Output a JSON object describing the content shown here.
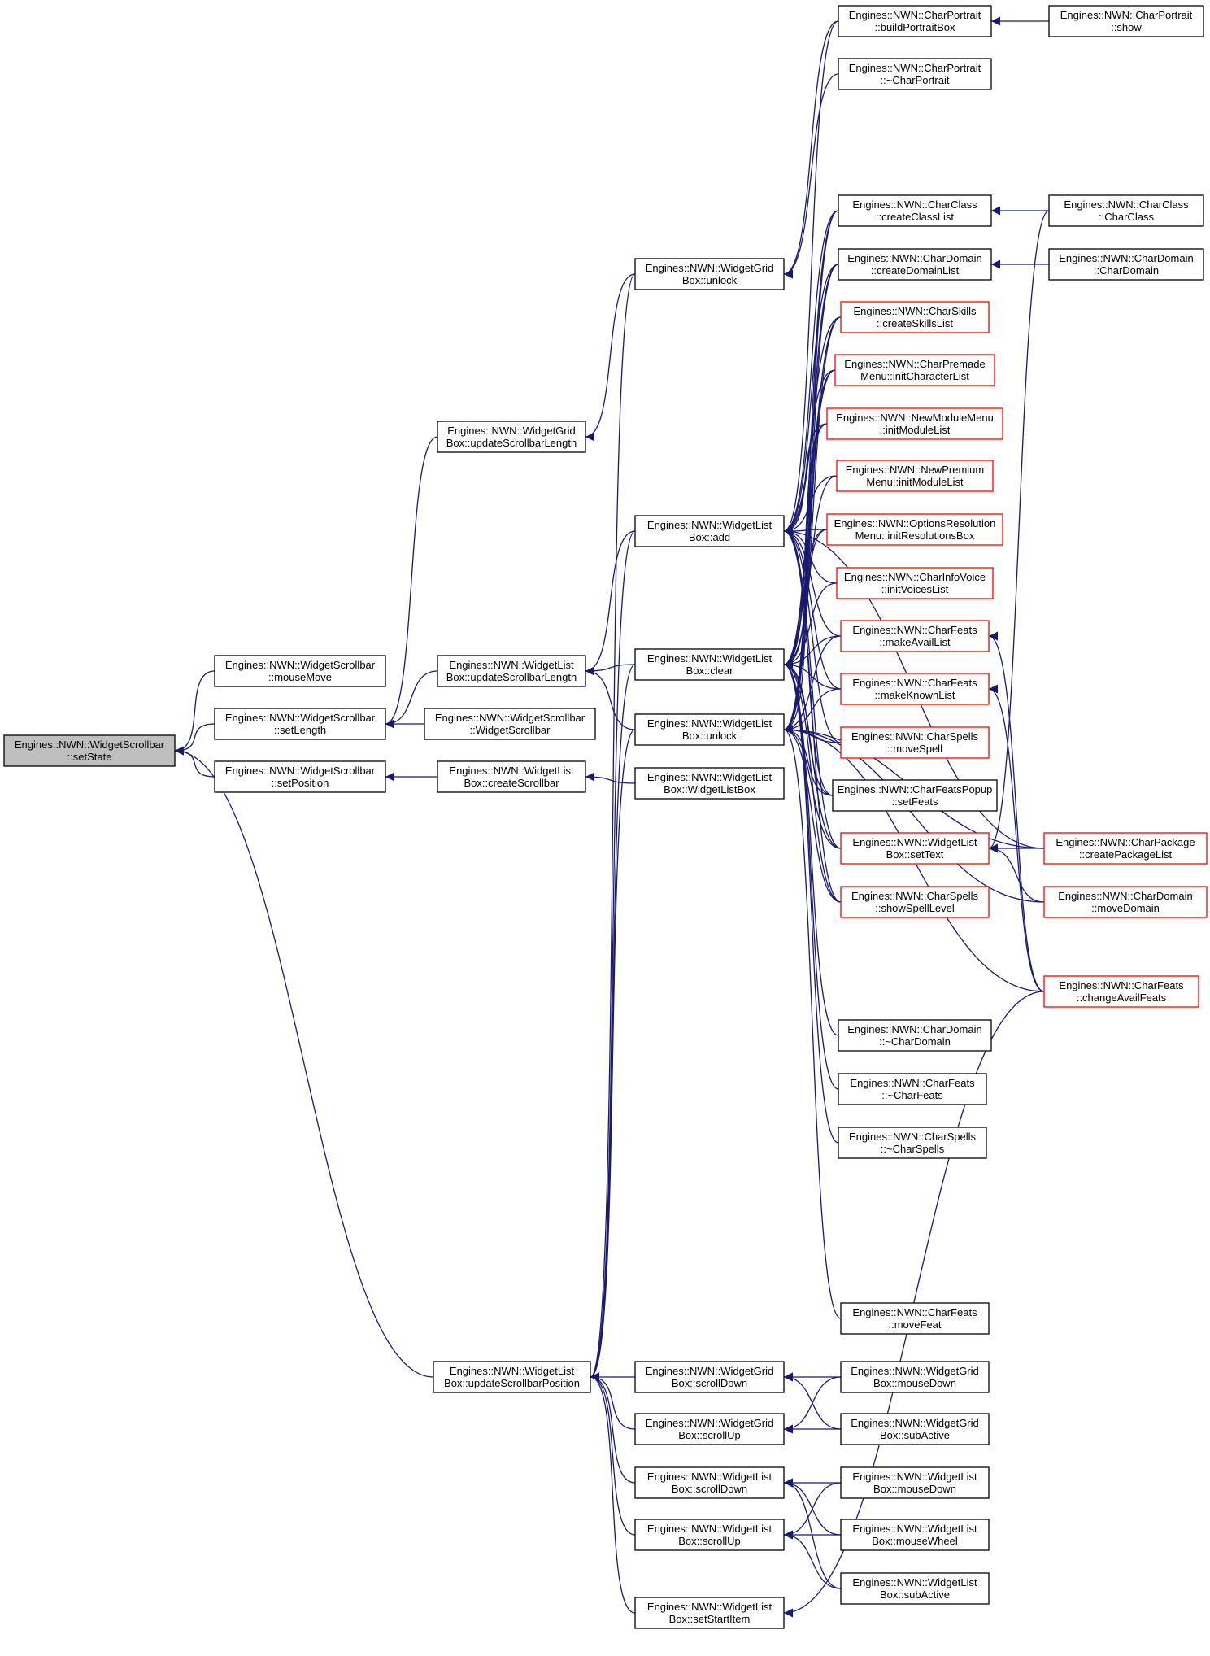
{
  "diagram": {
    "type": "call-graph",
    "nodes": [
      {
        "id": "setState",
        "lines": [
          "Engines::NWN::WidgetScrollbar",
          "::setState"
        ],
        "style": "gray"
      },
      {
        "id": "sb_mouseMove",
        "lines": [
          "Engines::NWN::WidgetScrollbar",
          "::mouseMove"
        ],
        "style": "black"
      },
      {
        "id": "sb_setLength",
        "lines": [
          "Engines::NWN::WidgetScrollbar",
          "::setLength"
        ],
        "style": "black"
      },
      {
        "id": "sb_setPosition",
        "lines": [
          "Engines::NWN::WidgetScrollbar",
          "::setPosition"
        ],
        "style": "black"
      },
      {
        "id": "lb_updateScrollbarPosition",
        "lines": [
          "Engines::NWN::WidgetList",
          "Box::updateScrollbarPosition"
        ],
        "style": "black"
      },
      {
        "id": "gb_updateScrollbarLength",
        "lines": [
          "Engines::NWN::WidgetGrid",
          "Box::updateScrollbarLength"
        ],
        "style": "black"
      },
      {
        "id": "lb_updateScrollbarLength",
        "lines": [
          "Engines::NWN::WidgetList",
          "Box::updateScrollbarLength"
        ],
        "style": "black"
      },
      {
        "id": "sb_ctor",
        "lines": [
          "Engines::NWN::WidgetScrollbar",
          "::WidgetScrollbar"
        ],
        "style": "black"
      },
      {
        "id": "lb_createScrollbar",
        "lines": [
          "Engines::NWN::WidgetList",
          "Box::createScrollbar"
        ],
        "style": "black"
      },
      {
        "id": "gb_unlock",
        "lines": [
          "Engines::NWN::WidgetGrid",
          "Box::unlock"
        ],
        "style": "black"
      },
      {
        "id": "lb_add",
        "lines": [
          "Engines::NWN::WidgetList",
          "Box::add"
        ],
        "style": "black"
      },
      {
        "id": "lb_clear",
        "lines": [
          "Engines::NWN::WidgetList",
          "Box::clear"
        ],
        "style": "black"
      },
      {
        "id": "lb_unlock",
        "lines": [
          "Engines::NWN::WidgetList",
          "Box::unlock"
        ],
        "style": "black"
      },
      {
        "id": "lb_ctor",
        "lines": [
          "Engines::NWN::WidgetList",
          "Box::WidgetListBox"
        ],
        "style": "black"
      },
      {
        "id": "gb_scrollDown",
        "lines": [
          "Engines::NWN::WidgetGrid",
          "Box::scrollDown"
        ],
        "style": "black"
      },
      {
        "id": "gb_scrollUp",
        "lines": [
          "Engines::NWN::WidgetGrid",
          "Box::scrollUp"
        ],
        "style": "black"
      },
      {
        "id": "lb_scrollDown",
        "lines": [
          "Engines::NWN::WidgetList",
          "Box::scrollDown"
        ],
        "style": "black"
      },
      {
        "id": "lb_scrollUp",
        "lines": [
          "Engines::NWN::WidgetList",
          "Box::scrollUp"
        ],
        "style": "black"
      },
      {
        "id": "lb_setStartItem",
        "lines": [
          "Engines::NWN::WidgetList",
          "Box::setStartItem"
        ],
        "style": "black"
      },
      {
        "id": "cp_buildPortraitBox",
        "lines": [
          "Engines::NWN::CharPortrait",
          "::buildPortraitBox"
        ],
        "style": "black"
      },
      {
        "id": "cp_dtor",
        "lines": [
          "Engines::NWN::CharPortrait",
          "::~CharPortrait"
        ],
        "style": "black"
      },
      {
        "id": "cc_createClassList",
        "lines": [
          "Engines::NWN::CharClass",
          "::createClassList"
        ],
        "style": "black"
      },
      {
        "id": "cd_createDomainList",
        "lines": [
          "Engines::NWN::CharDomain",
          "::createDomainList"
        ],
        "style": "black"
      },
      {
        "id": "cs_createSkillsList",
        "lines": [
          "Engines::NWN::CharSkills",
          "::createSkillsList"
        ],
        "style": "red"
      },
      {
        "id": "cpm_initCharacterList",
        "lines": [
          "Engines::NWN::CharPremade",
          "Menu::initCharacterList"
        ],
        "style": "red"
      },
      {
        "id": "nmm_initModuleList",
        "lines": [
          "Engines::NWN::NewModuleMenu",
          "::initModuleList"
        ],
        "style": "red"
      },
      {
        "id": "npm_initModuleList",
        "lines": [
          "Engines::NWN::NewPremium",
          "Menu::initModuleList"
        ],
        "style": "red"
      },
      {
        "id": "orm_initResolutionsBox",
        "lines": [
          "Engines::NWN::OptionsResolution",
          "Menu::initResolutionsBox"
        ],
        "style": "red"
      },
      {
        "id": "civ_initVoicesList",
        "lines": [
          "Engines::NWN::CharInfoVoice",
          "::initVoicesList"
        ],
        "style": "red"
      },
      {
        "id": "cf_makeAvailList",
        "lines": [
          "Engines::NWN::CharFeats",
          "::makeAvailList"
        ],
        "style": "red"
      },
      {
        "id": "cf_makeKnownList",
        "lines": [
          "Engines::NWN::CharFeats",
          "::makeKnownList"
        ],
        "style": "red"
      },
      {
        "id": "csp_moveSpell",
        "lines": [
          "Engines::NWN::CharSpells",
          "::moveSpell"
        ],
        "style": "red"
      },
      {
        "id": "cfp_setFeats",
        "lines": [
          "Engines::NWN::CharFeatsPopup",
          "::setFeats"
        ],
        "style": "black"
      },
      {
        "id": "lb_setText",
        "lines": [
          "Engines::NWN::WidgetList",
          "Box::setText"
        ],
        "style": "red"
      },
      {
        "id": "csp_showSpellLevel",
        "lines": [
          "Engines::NWN::CharSpells",
          "::showSpellLevel"
        ],
        "style": "red"
      },
      {
        "id": "cd_dtor",
        "lines": [
          "Engines::NWN::CharDomain",
          "::~CharDomain"
        ],
        "style": "black"
      },
      {
        "id": "cf_dtor",
        "lines": [
          "Engines::NWN::CharFeats",
          "::~CharFeats"
        ],
        "style": "black"
      },
      {
        "id": "csp_dtor",
        "lines": [
          "Engines::NWN::CharSpells",
          "::~CharSpells"
        ],
        "style": "black"
      },
      {
        "id": "cf_moveFeat",
        "lines": [
          "Engines::NWN::CharFeats",
          "::moveFeat"
        ],
        "style": "black"
      },
      {
        "id": "gb_mouseDown",
        "lines": [
          "Engines::NWN::WidgetGrid",
          "Box::mouseDown"
        ],
        "style": "black"
      },
      {
        "id": "gb_subActive",
        "lines": [
          "Engines::NWN::WidgetGrid",
          "Box::subActive"
        ],
        "style": "black"
      },
      {
        "id": "lb_mouseDown",
        "lines": [
          "Engines::NWN::WidgetList",
          "Box::mouseDown"
        ],
        "style": "black"
      },
      {
        "id": "lb_mouseWheel",
        "lines": [
          "Engines::NWN::WidgetList",
          "Box::mouseWheel"
        ],
        "style": "black"
      },
      {
        "id": "lb_subActive",
        "lines": [
          "Engines::NWN::WidgetList",
          "Box::subActive"
        ],
        "style": "black"
      },
      {
        "id": "cp_show",
        "lines": [
          "Engines::NWN::CharPortrait",
          "::show"
        ],
        "style": "black"
      },
      {
        "id": "cc_ctor",
        "lines": [
          "Engines::NWN::CharClass",
          "::CharClass"
        ],
        "style": "black"
      },
      {
        "id": "cd_ctor",
        "lines": [
          "Engines::NWN::CharDomain",
          "::CharDomain"
        ],
        "style": "black"
      },
      {
        "id": "cpk_createPackageList",
        "lines": [
          "Engines::NWN::CharPackage",
          "::createPackageList"
        ],
        "style": "red"
      },
      {
        "id": "cd_moveDomain",
        "lines": [
          "Engines::NWN::CharDomain",
          "::moveDomain"
        ],
        "style": "red"
      },
      {
        "id": "cf_changeAvailFeats",
        "lines": [
          "Engines::NWN::CharFeats",
          "::changeAvailFeats"
        ],
        "style": "red"
      }
    ],
    "edges": [
      [
        "sb_mouseMove",
        "setState"
      ],
      [
        "sb_setLength",
        "setState"
      ],
      [
        "sb_setPosition",
        "setState"
      ],
      [
        "lb_updateScrollbarPosition",
        "setState"
      ],
      [
        "gb_updateScrollbarLength",
        "sb_setLength"
      ],
      [
        "lb_updateScrollbarLength",
        "sb_setLength"
      ],
      [
        "sb_ctor",
        "sb_setLength"
      ],
      [
        "lb_createScrollbar",
        "sb_setPosition"
      ],
      [
        "gb_unlock",
        "gb_updateScrollbarLength"
      ],
      [
        "lb_add",
        "lb_updateScrollbarLength"
      ],
      [
        "lb_clear",
        "lb_updateScrollbarLength"
      ],
      [
        "lb_unlock",
        "lb_updateScrollbarLength"
      ],
      [
        "lb_ctor",
        "lb_createScrollbar"
      ],
      [
        "gb_scrollDown",
        "lb_updateScrollbarPosition"
      ],
      [
        "gb_scrollUp",
        "lb_updateScrollbarPosition"
      ],
      [
        "lb_scrollDown",
        "lb_updateScrollbarPosition"
      ],
      [
        "lb_scrollUp",
        "lb_updateScrollbarPosition"
      ],
      [
        "lb_setStartItem",
        "lb_updateScrollbarPosition"
      ],
      [
        "gb_unlock",
        "lb_updateScrollbarPosition"
      ],
      [
        "lb_add",
        "lb_updateScrollbarPosition"
      ],
      [
        "lb_clear",
        "lb_updateScrollbarPosition"
      ],
      [
        "lb_unlock",
        "lb_updateScrollbarPosition"
      ],
      [
        "cp_buildPortraitBox",
        "gb_unlock"
      ],
      [
        "cp_dtor",
        "gb_unlock"
      ],
      [
        "cp_buildPortraitBox",
        "lb_add"
      ],
      [
        "cc_createClassList",
        "lb_add"
      ],
      [
        "cd_createDomainList",
        "lb_add"
      ],
      [
        "cs_createSkillsList",
        "lb_add"
      ],
      [
        "cpm_initCharacterList",
        "lb_add"
      ],
      [
        "nmm_initModuleList",
        "lb_add"
      ],
      [
        "npm_initModuleList",
        "lb_add"
      ],
      [
        "orm_initResolutionsBox",
        "lb_add"
      ],
      [
        "civ_initVoicesList",
        "lb_add"
      ],
      [
        "cf_makeAvailList",
        "lb_add"
      ],
      [
        "cf_makeKnownList",
        "lb_add"
      ],
      [
        "csp_moveSpell",
        "lb_add"
      ],
      [
        "cfp_setFeats",
        "lb_add"
      ],
      [
        "lb_setText",
        "lb_add"
      ],
      [
        "csp_showSpellLevel",
        "lb_add"
      ],
      [
        "cpk_createPackageList",
        "lb_add"
      ],
      [
        "cc_createClassList",
        "lb_clear"
      ],
      [
        "cd_createDomainList",
        "lb_clear"
      ],
      [
        "cs_createSkillsList",
        "lb_clear"
      ],
      [
        "cpm_initCharacterList",
        "lb_clear"
      ],
      [
        "nmm_initModuleList",
        "lb_clear"
      ],
      [
        "npm_initModuleList",
        "lb_clear"
      ],
      [
        "orm_initResolutionsBox",
        "lb_clear"
      ],
      [
        "civ_initVoicesList",
        "lb_clear"
      ],
      [
        "cf_makeAvailList",
        "lb_clear"
      ],
      [
        "cf_makeKnownList",
        "lb_clear"
      ],
      [
        "cfp_setFeats",
        "lb_clear"
      ],
      [
        "lb_setText",
        "lb_clear"
      ],
      [
        "csp_showSpellLevel",
        "lb_clear"
      ],
      [
        "cd_dtor",
        "lb_clear"
      ],
      [
        "cf_dtor",
        "lb_clear"
      ],
      [
        "csp_dtor",
        "lb_clear"
      ],
      [
        "cc_createClassList",
        "lb_unlock"
      ],
      [
        "cd_createDomainList",
        "lb_unlock"
      ],
      [
        "cs_createSkillsList",
        "lb_unlock"
      ],
      [
        "cpm_initCharacterList",
        "lb_unlock"
      ],
      [
        "nmm_initModuleList",
        "lb_unlock"
      ],
      [
        "orm_initResolutionsBox",
        "lb_unlock"
      ],
      [
        "cf_makeAvailList",
        "lb_unlock"
      ],
      [
        "cf_makeKnownList",
        "lb_unlock"
      ],
      [
        "csp_moveSpell",
        "lb_unlock"
      ],
      [
        "cfp_setFeats",
        "lb_unlock"
      ],
      [
        "lb_setText",
        "lb_unlock"
      ],
      [
        "csp_showSpellLevel",
        "lb_unlock"
      ],
      [
        "cf_moveFeat",
        "lb_unlock"
      ],
      [
        "cpk_createPackageList",
        "lb_unlock"
      ],
      [
        "cd_moveDomain",
        "lb_unlock"
      ],
      [
        "cf_changeAvailFeats",
        "lb_unlock"
      ],
      [
        "gb_mouseDown",
        "gb_scrollDown"
      ],
      [
        "gb_subActive",
        "gb_scrollDown"
      ],
      [
        "gb_mouseDown",
        "gb_scrollUp"
      ],
      [
        "gb_subActive",
        "gb_scrollUp"
      ],
      [
        "lb_mouseDown",
        "lb_scrollDown"
      ],
      [
        "lb_mouseWheel",
        "lb_scrollDown"
      ],
      [
        "lb_subActive",
        "lb_scrollDown"
      ],
      [
        "lb_mouseDown",
        "lb_scrollUp"
      ],
      [
        "lb_mouseWheel",
        "lb_scrollUp"
      ],
      [
        "lb_subActive",
        "lb_scrollUp"
      ],
      [
        "cf_changeAvailFeats",
        "lb_setStartItem"
      ],
      [
        "cp_show",
        "cp_buildPortraitBox"
      ],
      [
        "cc_ctor",
        "cc_createClassList"
      ],
      [
        "cd_ctor",
        "cd_createDomainList"
      ],
      [
        "cf_changeAvailFeats",
        "cf_makeAvailList"
      ],
      [
        "cf_changeAvailFeats",
        "cf_makeKnownList"
      ],
      [
        "cpk_createPackageList",
        "lb_setText"
      ],
      [
        "cd_moveDomain",
        "lb_setText"
      ],
      [
        "cc_ctor",
        "lb_setText"
      ]
    ]
  }
}
